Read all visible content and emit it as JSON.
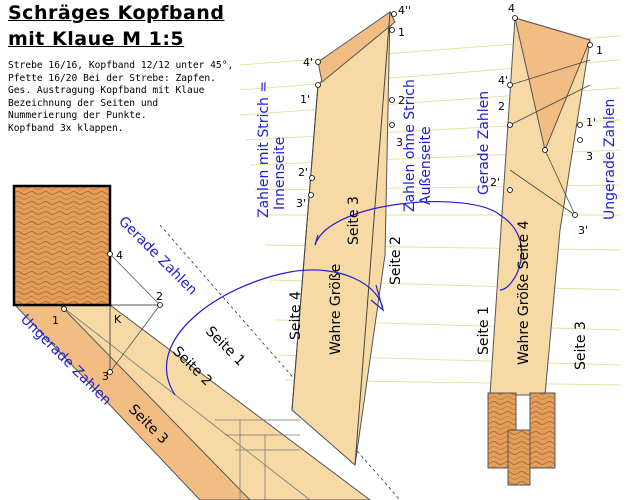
{
  "title": {
    "line1": "Schräges Kopfband",
    "line2": "mit Klaue M 1:5"
  },
  "description": "Strebe 16/16, Kopfband 12/12 unter 45°,\nPfette 16/20 Bei der Strebe: Zapfen.\nGes. Austragung Kopfband mit Klaue\nBezeichnung der Seiten und\nNummerierung der Punkte.\nKopfband 3x klappen.",
  "labels": {
    "gerade_zahlen": "Gerade Zahlen",
    "ungerade_zahlen": "Ungerade Zahlen",
    "zahlen_mit_strich": "Zahlen mit Strich =",
    "innenseite": "Innenseite",
    "zahlen_ohne_strich": "Zahlen ohne Strich",
    "aussenseite": "Außenseite",
    "seite_1": "Seite 1",
    "seite_2": "Seite 2",
    "seite_3": "Seite 3",
    "seite_4": "Seite 4",
    "wahre_groesse": "Wahre Größe",
    "wahre_groesse_seite_4": "Wahre Größe Seite 4"
  },
  "points": {
    "p1": "1",
    "p2": "2",
    "p3": "3",
    "p4": "4",
    "k": "K",
    "p1s": "1'",
    "p2s": "2'",
    "p3s": "3'",
    "p4s": "4'",
    "p4ss": "4''"
  },
  "colors": {
    "wood": "#f7d9a6",
    "wood_dark": "#f2bd83",
    "annotation": "#2020d0",
    "guide": "#e2e29a"
  }
}
